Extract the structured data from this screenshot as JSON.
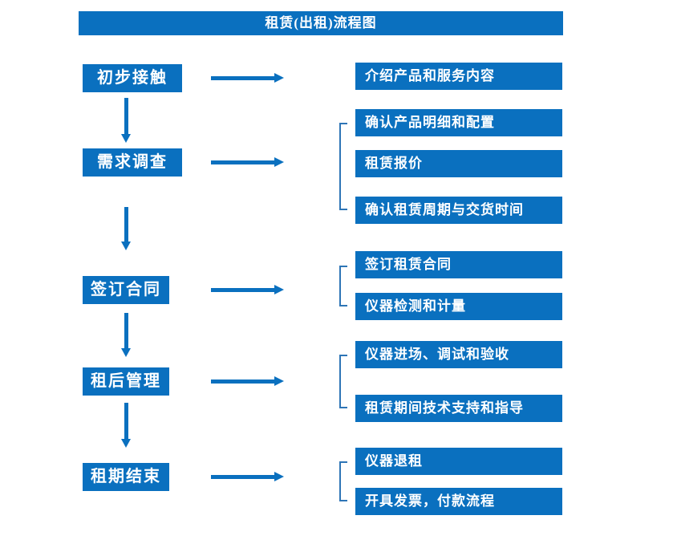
{
  "title": "租赁(出租)流程图",
  "colors": {
    "primary": "#0a70bf",
    "bracket": "#2e75b6",
    "text_on_primary": "#ffffff",
    "background": "#ffffff"
  },
  "flow": {
    "steps": [
      {
        "label": "初步接触",
        "details": [
          "介绍产品和服务内容"
        ]
      },
      {
        "label": "需求调查",
        "details": [
          "确认产品明细和配置",
          "租赁报价",
          "确认租赁周期与交货时间"
        ]
      },
      {
        "label": "签订合同",
        "details": [
          "签订租赁合同",
          "仪器检测和计量"
        ]
      },
      {
        "label": "租后管理",
        "details": [
          "仪器进场、调试和验收",
          "租赁期间技术支持和指导"
        ]
      },
      {
        "label": "租期结束",
        "details": [
          "仪器退租",
          "开具发票，付款流程"
        ]
      }
    ]
  }
}
